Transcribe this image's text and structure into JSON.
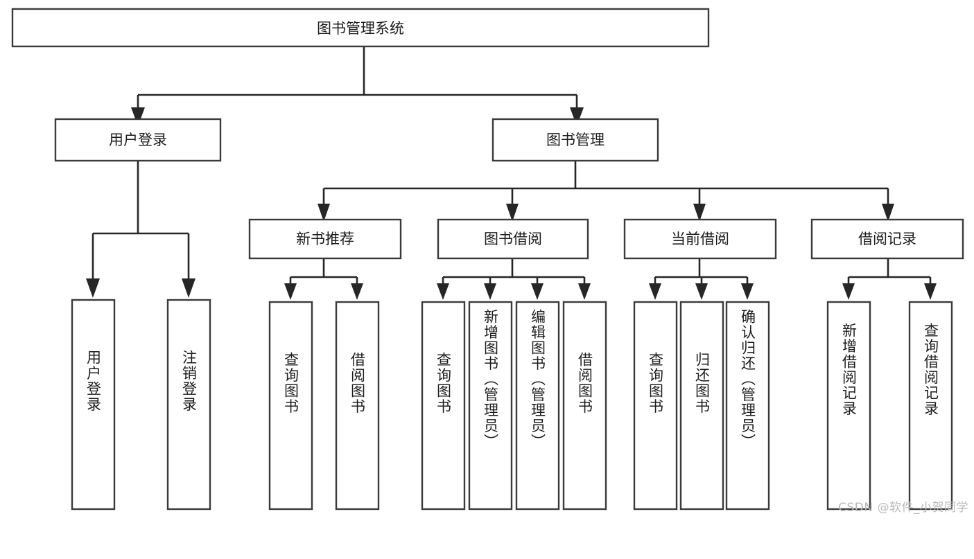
{
  "diagram": {
    "type": "hierarchy-tree",
    "title": "图书管理系统",
    "watermark": "CSDN @软件_小贺同学",
    "colors": {
      "box_stroke": "#3a3a3a",
      "connector": "#262626",
      "text": "#1c1c1c",
      "background": "#ffffff",
      "watermark": "#b9b9b9"
    },
    "root": {
      "label": "图书管理系统"
    },
    "level2": [
      {
        "label": "用户登录"
      },
      {
        "label": "图书管理"
      }
    ],
    "level3": [
      {
        "label": "新书推荐"
      },
      {
        "label": "图书借阅"
      },
      {
        "label": "当前借阅"
      },
      {
        "label": "借阅记录"
      }
    ],
    "leaves": {
      "user_login": [
        {
          "label": "用户登录"
        },
        {
          "label": "注销登录"
        }
      ],
      "new_book_recommend": [
        {
          "label": "查询图书"
        },
        {
          "label": "借阅图书"
        }
      ],
      "book_borrow": [
        {
          "label": "查询图书"
        },
        {
          "label": "新增图书（管理员）"
        },
        {
          "label": "编辑图书（管理员）"
        },
        {
          "label": "借阅图书"
        }
      ],
      "current_borrow": [
        {
          "label": "查询图书"
        },
        {
          "label": "归还图书"
        },
        {
          "label": "确认归还（管理员）"
        }
      ],
      "borrow_record": [
        {
          "label": "新增借阅记录"
        },
        {
          "label": "查询借阅记录"
        }
      ]
    }
  }
}
